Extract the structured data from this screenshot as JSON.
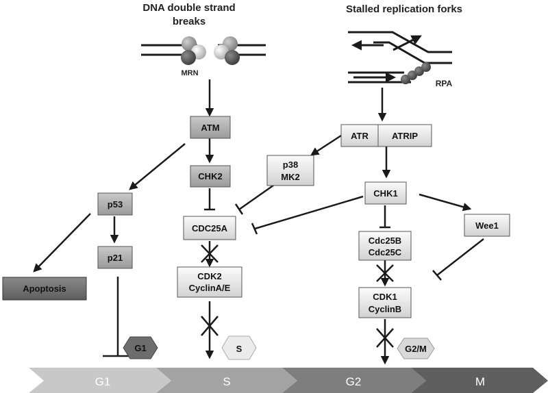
{
  "headings": {
    "dsb": [
      "DNA double strand",
      "breaks"
    ],
    "forks": "Stalled replication forks"
  },
  "complexes": {
    "mrn": "MRN",
    "rpa": "RPA"
  },
  "nodes": {
    "atm": "ATM",
    "chk2": "CHK2",
    "p53": "p53",
    "p21": "p21",
    "apoptosis": "Apoptosis",
    "cdc25a": "CDC25A",
    "cdk2_cyclin": [
      "CDK2",
      "CyclinA/E"
    ],
    "p38_mk2": [
      "p38",
      "MK2"
    ],
    "atr": "ATR",
    "atrip": "ATRIP",
    "chk1": "CHK1",
    "cdc25bc": [
      "Cdc25B",
      "Cdc25C"
    ],
    "cdk1_cyclin": [
      "CDK1",
      "CyclinB"
    ],
    "wee1": "Wee1"
  },
  "checkpoints": {
    "g1": "G1",
    "s": "S",
    "g2m": "G2/M"
  },
  "phases": [
    "G1",
    "S",
    "G2",
    "M"
  ],
  "colors": {
    "node_light": "#e6e6e6",
    "node_mid": "#a9a9a9",
    "node_dark": "#6d6d6d",
    "phase_g1": "#c8c8c8",
    "phase_s": "#a3a3a3",
    "phase_g2": "#7e7e7e",
    "phase_m": "#5f5f5f",
    "line": "#1a1a1a"
  }
}
